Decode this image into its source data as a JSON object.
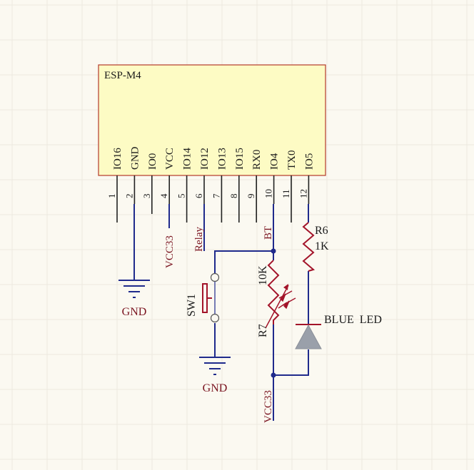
{
  "module": {
    "name": "ESP-M4",
    "pins": [
      {
        "label": "IO16",
        "number": "1"
      },
      {
        "label": "GND",
        "number": "2"
      },
      {
        "label": "IO0",
        "number": "3"
      },
      {
        "label": "VCC",
        "number": "4"
      },
      {
        "label": "IO14",
        "number": "5"
      },
      {
        "label": "IO12",
        "number": "6"
      },
      {
        "label": "IO13",
        "number": "7"
      },
      {
        "label": "IO15",
        "number": "8"
      },
      {
        "label": "RX0",
        "number": "9"
      },
      {
        "label": "IO4",
        "number": "10"
      },
      {
        "label": "TX0",
        "number": "11"
      },
      {
        "label": "IO5",
        "number": "12"
      }
    ]
  },
  "nets": {
    "gnd_pin2": "GND",
    "vcc33_pin4": "VCC33",
    "relay_pin6": "Relay",
    "bt_pin10": "BT",
    "gnd_sw1": "GND",
    "vcc33_bottom": "VCC33"
  },
  "components": {
    "r6_ref": "R6",
    "r6_value": "1K",
    "r7_ref": "R7",
    "r7_value": "10K",
    "sw1_ref": "SW1",
    "led_label": "BLUE  LED"
  },
  "colors": {
    "wire": "#1f2a8c",
    "component": "#a3142a",
    "net_label": "#7a1420",
    "body_fill": "#fdfbc4",
    "body_stroke": "#b43a2a",
    "pin": "#222222",
    "led_fill": "#9aa0aa",
    "grid": "#ece9df",
    "background": "#fbf9f1"
  }
}
